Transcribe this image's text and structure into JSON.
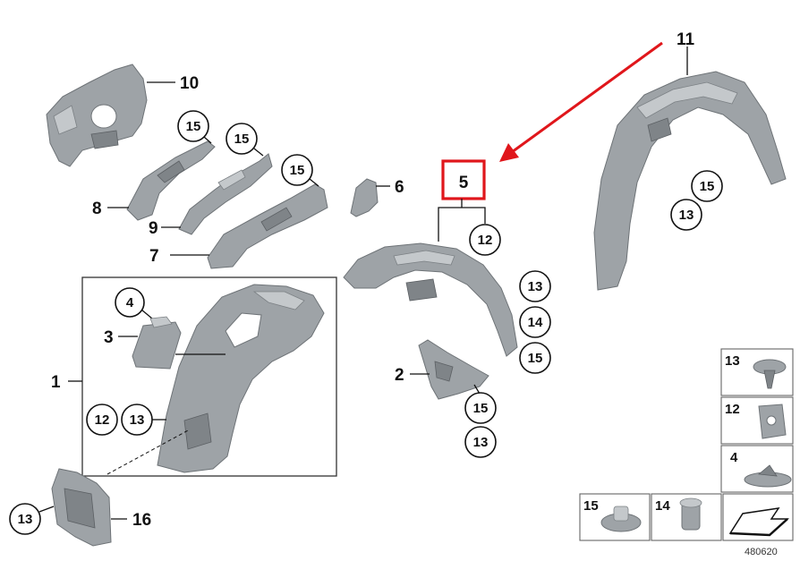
{
  "callouts": {
    "p1": "1",
    "p2": "2",
    "p3": "3",
    "p4": "4",
    "p5": "5",
    "p6": "6",
    "p7": "7",
    "p8": "8",
    "p9": "9",
    "p10": "10",
    "p11": "11",
    "p16": "16",
    "c15_a": "15",
    "c15_b": "15",
    "c15_c": "15",
    "c12_5": "12",
    "c13_5": "13",
    "c14_5": "14",
    "c15_5": "15",
    "c15_11": "15",
    "c13_11": "13",
    "c15_2": "15",
    "c13_2": "13",
    "c12_1": "12",
    "c13_1": "13",
    "c13_16": "13"
  },
  "legend": {
    "item13": "13",
    "item12": "12",
    "item4": "4",
    "item15": "15",
    "item14": "14"
  },
  "reference_number": "480620",
  "colors": {
    "highlight": "#e0161b",
    "part_fill": "#9ea3a7"
  },
  "icons": [
    "arrow-icon",
    "frame-arrow-icon"
  ]
}
